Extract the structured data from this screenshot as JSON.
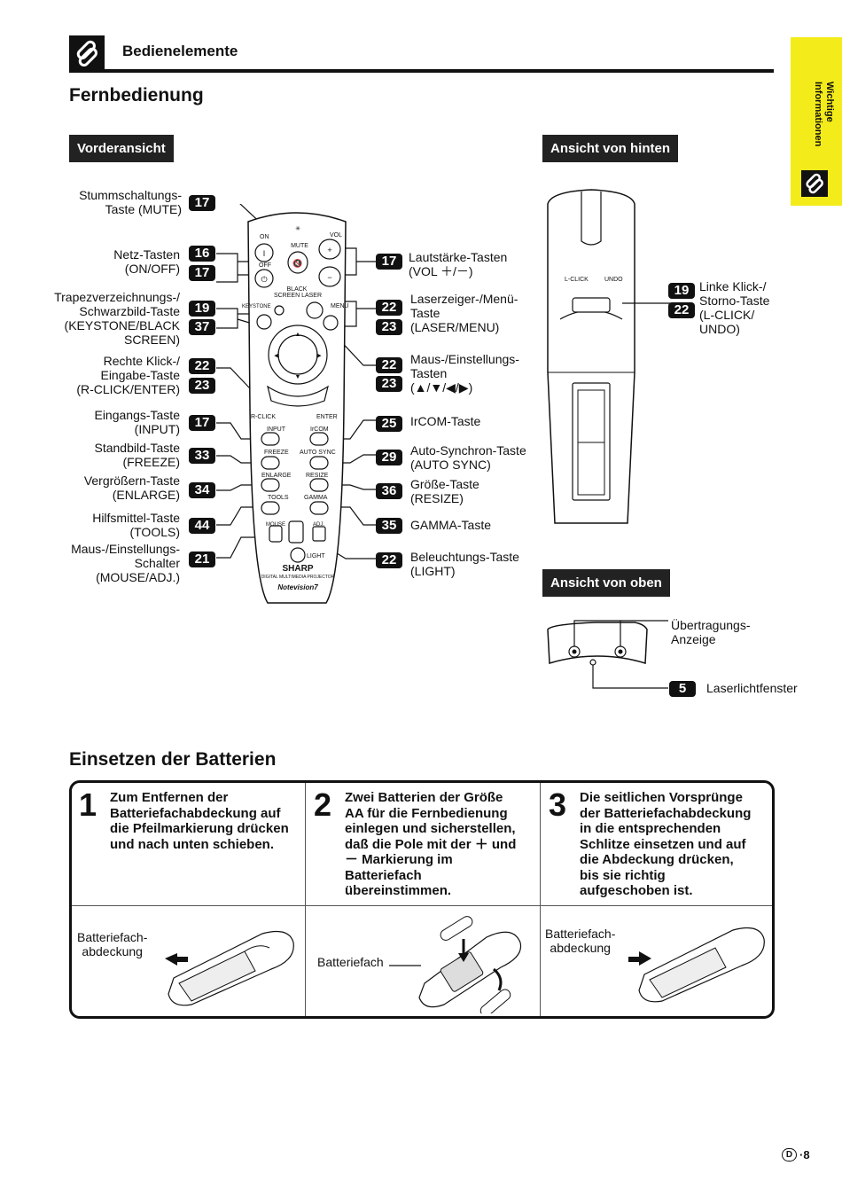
{
  "header": {
    "section": "Bedienelemente"
  },
  "title": "Fernbedienung",
  "side_tab": {
    "line1": "Wichtige",
    "line2": "Informationen"
  },
  "views": {
    "front": "Vorderansicht",
    "back": "Ansicht von hinten",
    "top": "Ansicht von oben"
  },
  "left_labels": [
    {
      "lines": [
        "Stummschaltungs-",
        "Taste (MUTE)"
      ],
      "badges": [
        "17"
      ]
    },
    {
      "lines": [
        "Netz-Tasten",
        "(ON/OFF)"
      ],
      "badges": [
        "16",
        "17"
      ]
    },
    {
      "lines": [
        "Trapezverzeichnungs-/",
        "Schwarzbild-Taste",
        "(KEYSTONE/BLACK",
        "SCREEN)"
      ],
      "badges": [
        "19",
        "37"
      ]
    },
    {
      "lines": [
        "Rechte Klick-/",
        "Eingabe-Taste",
        "(R-CLICK/ENTER)"
      ],
      "badges": [
        "22",
        "23"
      ]
    },
    {
      "lines": [
        "Eingangs-Taste",
        "(INPUT)"
      ],
      "badges": [
        "17"
      ]
    },
    {
      "lines": [
        "Standbild-Taste",
        "(FREEZE)"
      ],
      "badges": [
        "33"
      ]
    },
    {
      "lines": [
        "Vergrößern-Taste",
        "(ENLARGE)"
      ],
      "badges": [
        "34"
      ]
    },
    {
      "lines": [
        "Hilfsmittel-Taste",
        "(TOOLS)"
      ],
      "badges": [
        "44"
      ]
    },
    {
      "lines": [
        "Maus-/Einstellungs-",
        "Schalter",
        "(MOUSE/ADJ.)"
      ],
      "badges": [
        "21"
      ]
    }
  ],
  "right_labels": [
    {
      "lines": [
        "Lautstärke-Tasten",
        "(VOL ＋/－)"
      ],
      "badges": [
        "17"
      ]
    },
    {
      "lines": [
        "Laserzeiger-/Menü-",
        "Taste",
        "(LASER/MENU)"
      ],
      "badges": [
        "22",
        "23"
      ]
    },
    {
      "lines": [
        "Maus-/Einstellungs-",
        "Tasten",
        "(▲/▼/◀/▶)"
      ],
      "badges": [
        "22",
        "23"
      ]
    },
    {
      "lines": [
        "IrCOM-Taste"
      ],
      "badges": [
        "25"
      ]
    },
    {
      "lines": [
        "Auto-Synchron-Taste",
        "(AUTO SYNC)"
      ],
      "badges": [
        "29"
      ]
    },
    {
      "lines": [
        "Größe-Taste",
        "(RESIZE)"
      ],
      "badges": [
        "36"
      ]
    },
    {
      "lines": [
        "GAMMA-Taste"
      ],
      "badges": [
        "35"
      ]
    },
    {
      "lines": [
        "Beleuchtungs-Taste",
        "(LIGHT)"
      ],
      "badges": [
        "22"
      ]
    }
  ],
  "remote_labels": {
    "on": "ON",
    "off": "OFF",
    "mute": "MUTE",
    "vol": "VOL",
    "black": "BLACK",
    "screen_laser": "SCREEN  LASER",
    "keystone": "KEYSTONE",
    "menu": "MENU",
    "rclick": "R-CLICK",
    "enter": "ENTER",
    "input": "INPUT",
    "ircom": "IrCOM",
    "freeze": "FREEZE",
    "autosync": "AUTO  SYNC",
    "enlarge": "ENLARGE",
    "resize": "RESIZE",
    "tools": "TOOLS",
    "gamma": "GAMMA",
    "mouse": "MOUSE",
    "adj": "ADJ.",
    "light": "LIGHT",
    "brand": "SHARP",
    "product": "DIGITAL MULTIMEDIA PROJECTOR",
    "model": "Notevision7",
    "lclick": "L-CLICK",
    "undo": "UNDO"
  },
  "back_label": {
    "lines": [
      "Linke Klick-/",
      "Storno-Taste",
      "(L-CLICK/",
      "UNDO)"
    ],
    "badges": [
      "19",
      "22"
    ]
  },
  "top_labels": {
    "transmission": [
      "Übertragungs-",
      "Anzeige"
    ],
    "laser_window": "Laserlichtfenster",
    "laser_badge": "5"
  },
  "batteries": {
    "title": "Einsetzen der Batterien",
    "steps": [
      {
        "num": "1",
        "lines": [
          "Zum Entfernen der",
          "Batteriefachabdeckung auf",
          "die Pfeilmarkierung drücken",
          "und nach unten schieben."
        ]
      },
      {
        "num": "2",
        "lines": [
          "Zwei Batterien der Größe",
          "AA für die Fernbedienung",
          "einlegen und sicherstellen,",
          "daß die Pole mit der ＋ und",
          "－ Markierung im",
          "Batteriefach",
          "übereinstimmen."
        ]
      },
      {
        "num": "3",
        "lines": [
          "Die seitlichen Vorsprünge",
          "der Batteriefachabdeckung",
          "in die entsprechenden",
          "Schlitze einsetzen und auf",
          "die Abdeckung drücken,",
          "bis sie richtig",
          "aufgeschoben ist."
        ]
      }
    ],
    "figure_labels": {
      "cover1": [
        "Batteriefach-",
        "abdeckung"
      ],
      "compartment": "Batteriefach",
      "cover3": [
        "Batteriefach-",
        "abdeckung"
      ]
    }
  },
  "footer": {
    "circle": "D",
    "page": "·8"
  }
}
